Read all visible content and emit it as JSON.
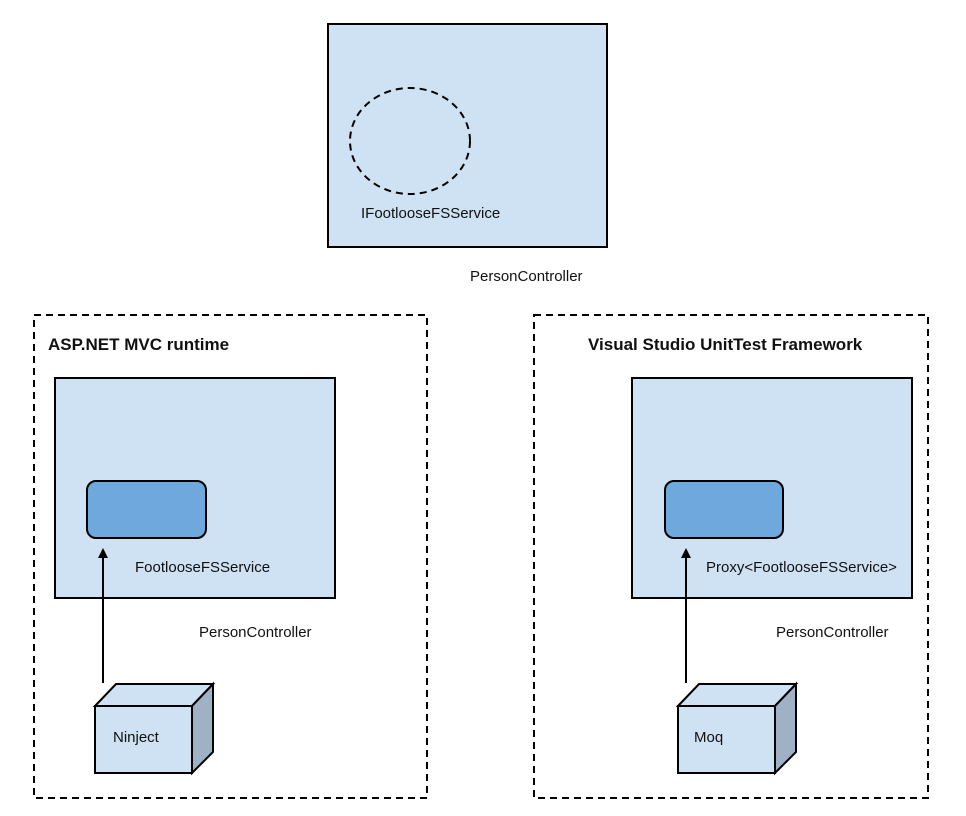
{
  "colors": {
    "panel_fill": "#cfe2f3",
    "inner_fill": "#6fa8dc",
    "cube_front": "#cfe2f3",
    "cube_side": "#9fb1c4",
    "stroke": "#000000"
  },
  "top": {
    "interface_label": "IFootlooseFSService",
    "controller_label": "PersonController"
  },
  "left": {
    "frame_title": "ASP.NET MVC runtime",
    "service_label": "FootlooseFSService",
    "controller_label": "PersonController",
    "injector_label": "Ninject"
  },
  "right": {
    "frame_title": "Visual Studio UnitTest Framework",
    "service_label": "Proxy<FootlooseFSService>",
    "controller_label": "PersonController",
    "injector_label": "Moq"
  }
}
